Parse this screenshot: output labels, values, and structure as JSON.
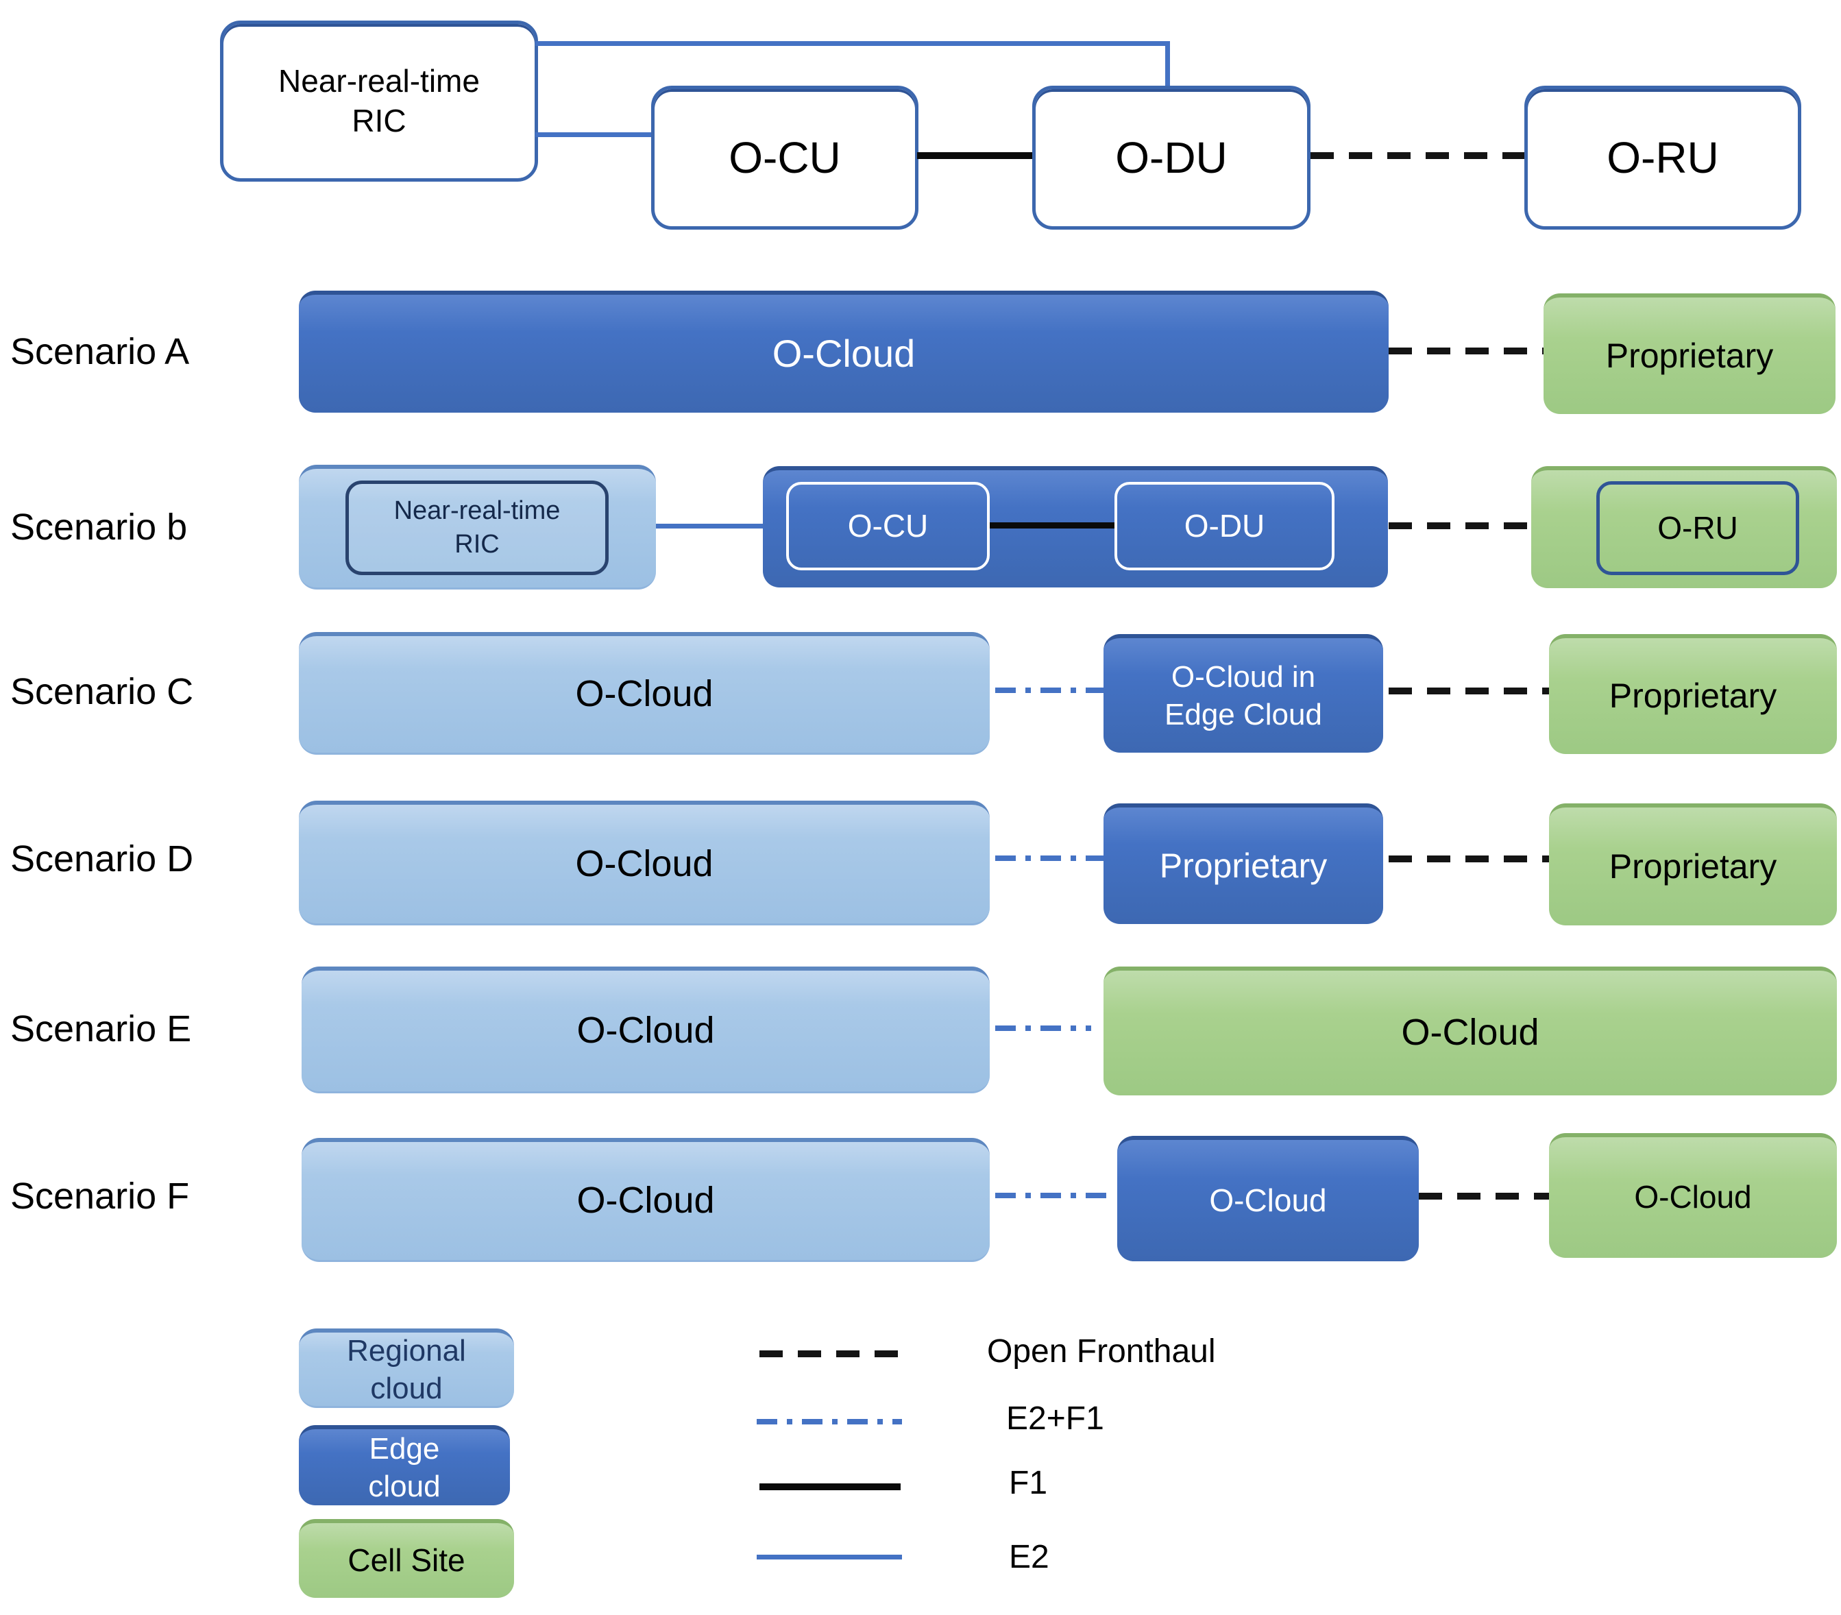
{
  "colors": {
    "regional_cloud": "#9DC3E6",
    "edge_cloud": "#4472C4",
    "cell_site": "#A9D18E",
    "e2_line": "#4472C4",
    "f1_line": "#000000",
    "open_fronthaul_line": "#141414"
  },
  "top_row": {
    "ric": "Near-real-time RIC",
    "ocu": "O-CU",
    "odu": "O-DU",
    "oru": "O-RU"
  },
  "scenario_a": {
    "label": "Scenario A",
    "o_cloud": "O-Cloud",
    "proprietary": "Proprietary"
  },
  "scenario_b": {
    "label": "Scenario b",
    "ric": "Near-real-time RIC",
    "ocu": "O-CU",
    "odu": "O-DU",
    "oru": "O-RU"
  },
  "scenario_c": {
    "label": "Scenario C",
    "o_cloud": "O-Cloud",
    "edge": "O-Cloud in Edge Cloud",
    "proprietary": "Proprietary"
  },
  "scenario_d": {
    "label": "Scenario D",
    "o_cloud": "O-Cloud",
    "edge_proprietary": "Proprietary",
    "cell_proprietary": "Proprietary"
  },
  "scenario_e": {
    "label": "Scenario E",
    "regional_o_cloud": "O-Cloud",
    "cell_o_cloud": "O-Cloud"
  },
  "scenario_f": {
    "label": "Scenario F",
    "regional_o_cloud": "O-Cloud",
    "edge_o_cloud": "O-Cloud",
    "cell_o_cloud": "O-Cloud"
  },
  "legend": {
    "regional": "Regional cloud",
    "edge": "Edge cloud",
    "cell": "Cell Site",
    "open_fronthaul": "Open Fronthaul",
    "e2_f1": "E2+F1",
    "f1": "F1",
    "e2": "E2"
  }
}
